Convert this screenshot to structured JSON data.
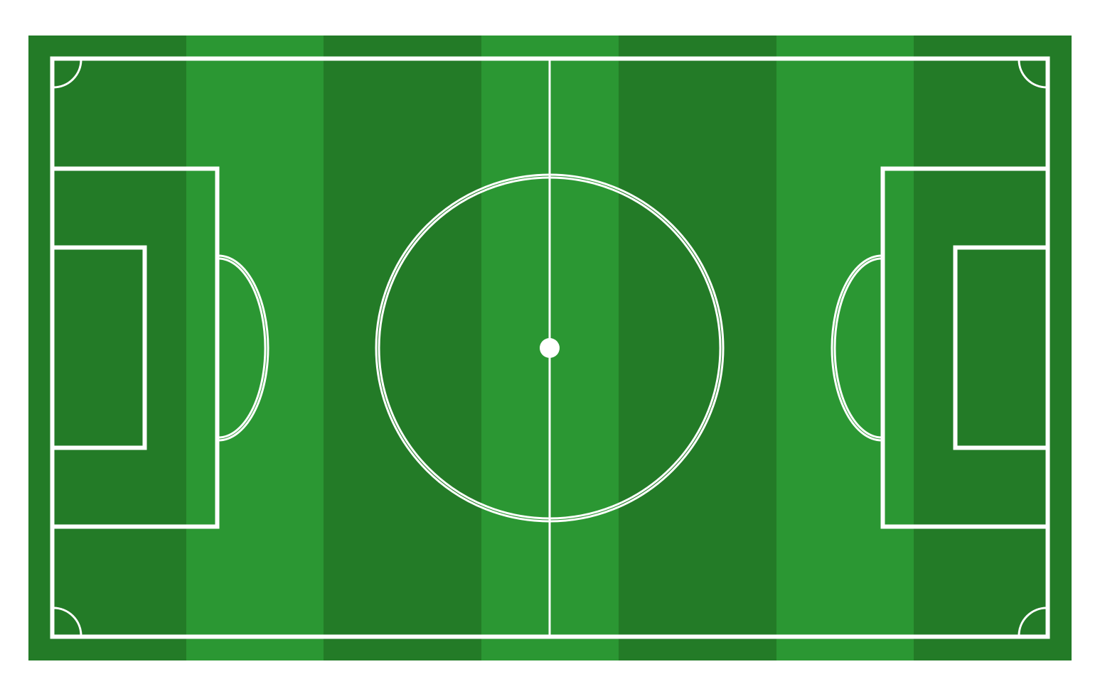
{
  "pitch": {
    "colors": {
      "background": "#ffffff",
      "stripe_dark": "#237b27",
      "stripe_light": "#2b9733",
      "lines": "#ffffff"
    },
    "stripe_pattern": [
      "dark",
      "light",
      "dark",
      "light",
      "dark",
      "light",
      "dark"
    ],
    "markings": [
      "touchline-boundary",
      "halfway-line",
      "center-circle",
      "center-spot",
      "left-penalty-area",
      "left-goal-area",
      "left-penalty-arc",
      "right-penalty-area",
      "right-goal-area",
      "right-penalty-arc",
      "corner-arc-top-left",
      "corner-arc-top-right",
      "corner-arc-bottom-left",
      "corner-arc-bottom-right"
    ]
  }
}
